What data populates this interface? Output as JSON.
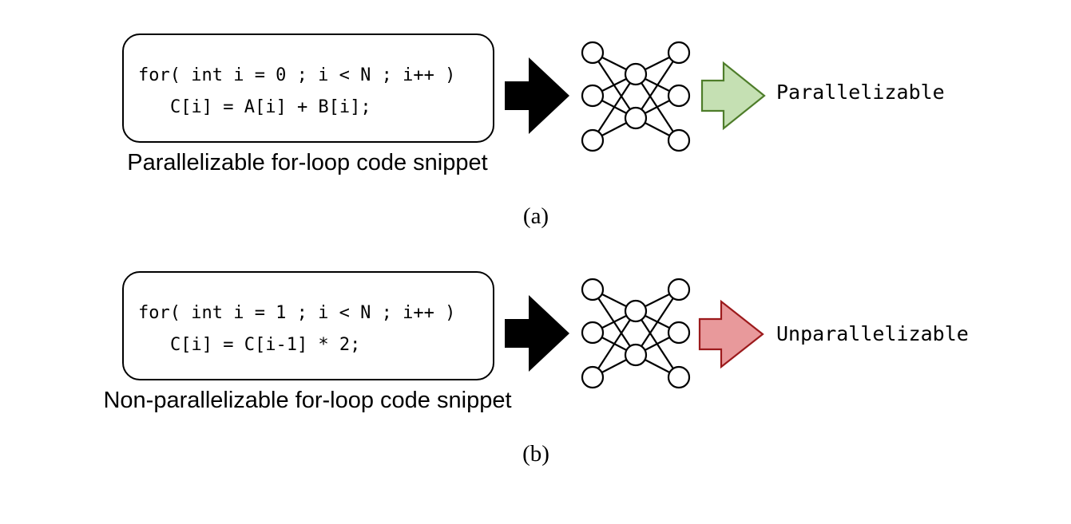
{
  "panel_a": {
    "code_line_1": "for( int i = 0 ; i < N ; i++ )",
    "code_line_2": "C[i] = A[i] + B[i];",
    "caption": "Parallelizable for-loop code snippet",
    "result": "Parallelizable",
    "result_arrow_fill": "#c5e0b3",
    "result_arrow_stroke": "#4e7d2a",
    "sub_label": "(a)"
  },
  "panel_b": {
    "code_line_1": "for( int i = 1 ; i < N ; i++ )",
    "code_line_2": "C[i] = C[i-1] * 2;",
    "caption": "Non-parallelizable for-loop code snippet",
    "result": "Unparallelizable",
    "result_arrow_fill": "#e8999b",
    "result_arrow_stroke": "#9c1a1c",
    "sub_label": "(b)"
  }
}
